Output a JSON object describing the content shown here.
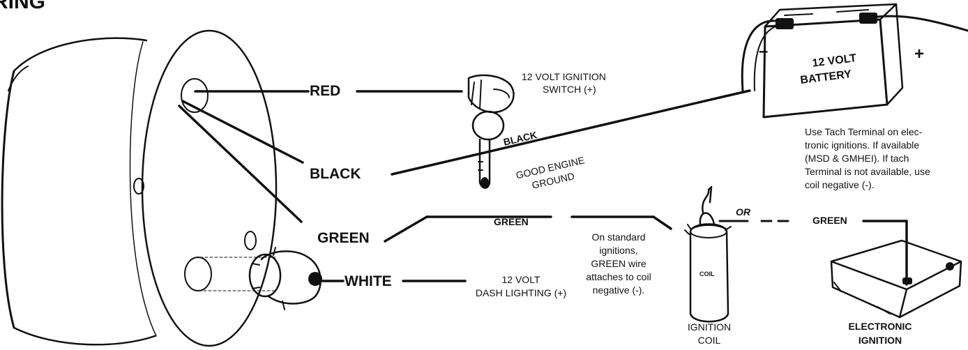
{
  "header_partial": "RING",
  "wires": {
    "red": "RED",
    "black": "BLACK",
    "green": "GREEN",
    "white": "WHITE"
  },
  "ignition_switch": [
    "12 VOLT IGNITION",
    "SWITCH (+)"
  ],
  "black_wire_label": "BLACK",
  "ground_label": [
    "GOOD ENGINE",
    "GROUND"
  ],
  "battery": {
    "label": [
      "12 VOLT",
      "BATTERY"
    ],
    "minus": "–",
    "plus": "+"
  },
  "tach_note": [
    "Use Tach Terminal on elec-",
    "tronic ignitions.  If available",
    "(MSD & GMHEI).  If  tach",
    "Terminal is not available, use",
    "coil negative (-)."
  ],
  "green_wire_label": "GREEN",
  "or_label": "OR",
  "green_dashed_label": "GREEN",
  "standard_note": [
    "On standard",
    "ignitions,",
    "GREEN wire",
    "attaches to coil",
    "negative (-)."
  ],
  "coil": {
    "body_text": "COIL",
    "caption": [
      "IGNITION",
      "COIL"
    ]
  },
  "dash_lighting": [
    "12 VOLT",
    "DASH LIGHTING (+)"
  ],
  "electronic_ignition": [
    "ELECTRONIC",
    "IGNITION"
  ],
  "colors": {
    "ink": "#111111",
    "background": "#ffffff"
  }
}
